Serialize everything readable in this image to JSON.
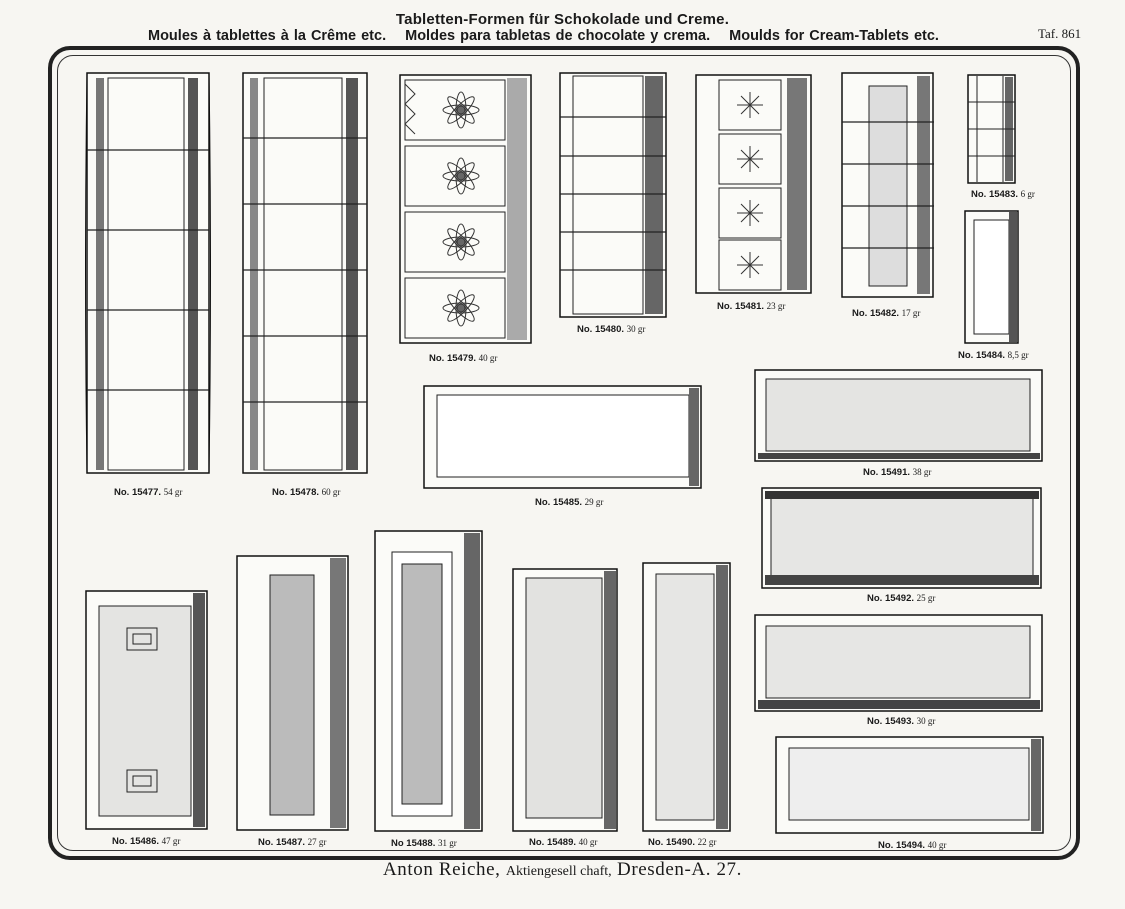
{
  "header": {
    "title_line": "Tabletten-Formen für Schokolade und Creme.",
    "subtitles": [
      "Moules à tablettes à la Crême etc.",
      "Moldes para tabletas de chocolate y crema.",
      "Moulds for Cream-Tablets etc."
    ],
    "plate": "Taf. 861"
  },
  "items": [
    {
      "no": "No. 15477.",
      "weight": "54 gr"
    },
    {
      "no": "No. 15478.",
      "weight": "60 gr"
    },
    {
      "no": "No. 15479.",
      "weight": "40 gr"
    },
    {
      "no": "No. 15480.",
      "weight": "30 gr"
    },
    {
      "no": "No. 15481.",
      "weight": "23 gr"
    },
    {
      "no": "No. 15482.",
      "weight": "17 gr"
    },
    {
      "no": "No. 15483.",
      "weight": "6 gr"
    },
    {
      "no": "No. 15484.",
      "weight": "8,5 gr"
    },
    {
      "no": "No. 15485.",
      "weight": "29 gr"
    },
    {
      "no": "No. 15486.",
      "weight": "47 gr"
    },
    {
      "no": "No. 15487.",
      "weight": "27 gr"
    },
    {
      "no": "No 15488.",
      "weight": "31 gr"
    },
    {
      "no": "No. 15489.",
      "weight": "40 gr"
    },
    {
      "no": "No. 15490.",
      "weight": "22 gr"
    },
    {
      "no": "No. 15491.",
      "weight": "38 gr"
    },
    {
      "no": "No. 15492.",
      "weight": "25 gr"
    },
    {
      "no": "No. 15493.",
      "weight": "30 gr"
    },
    {
      "no": "No. 15494.",
      "weight": "40 gr"
    }
  ],
  "footer": {
    "company": "Anton Reiche,",
    "type": "Aktiengesell chaft,",
    "city": "Dresden-A. 27."
  }
}
